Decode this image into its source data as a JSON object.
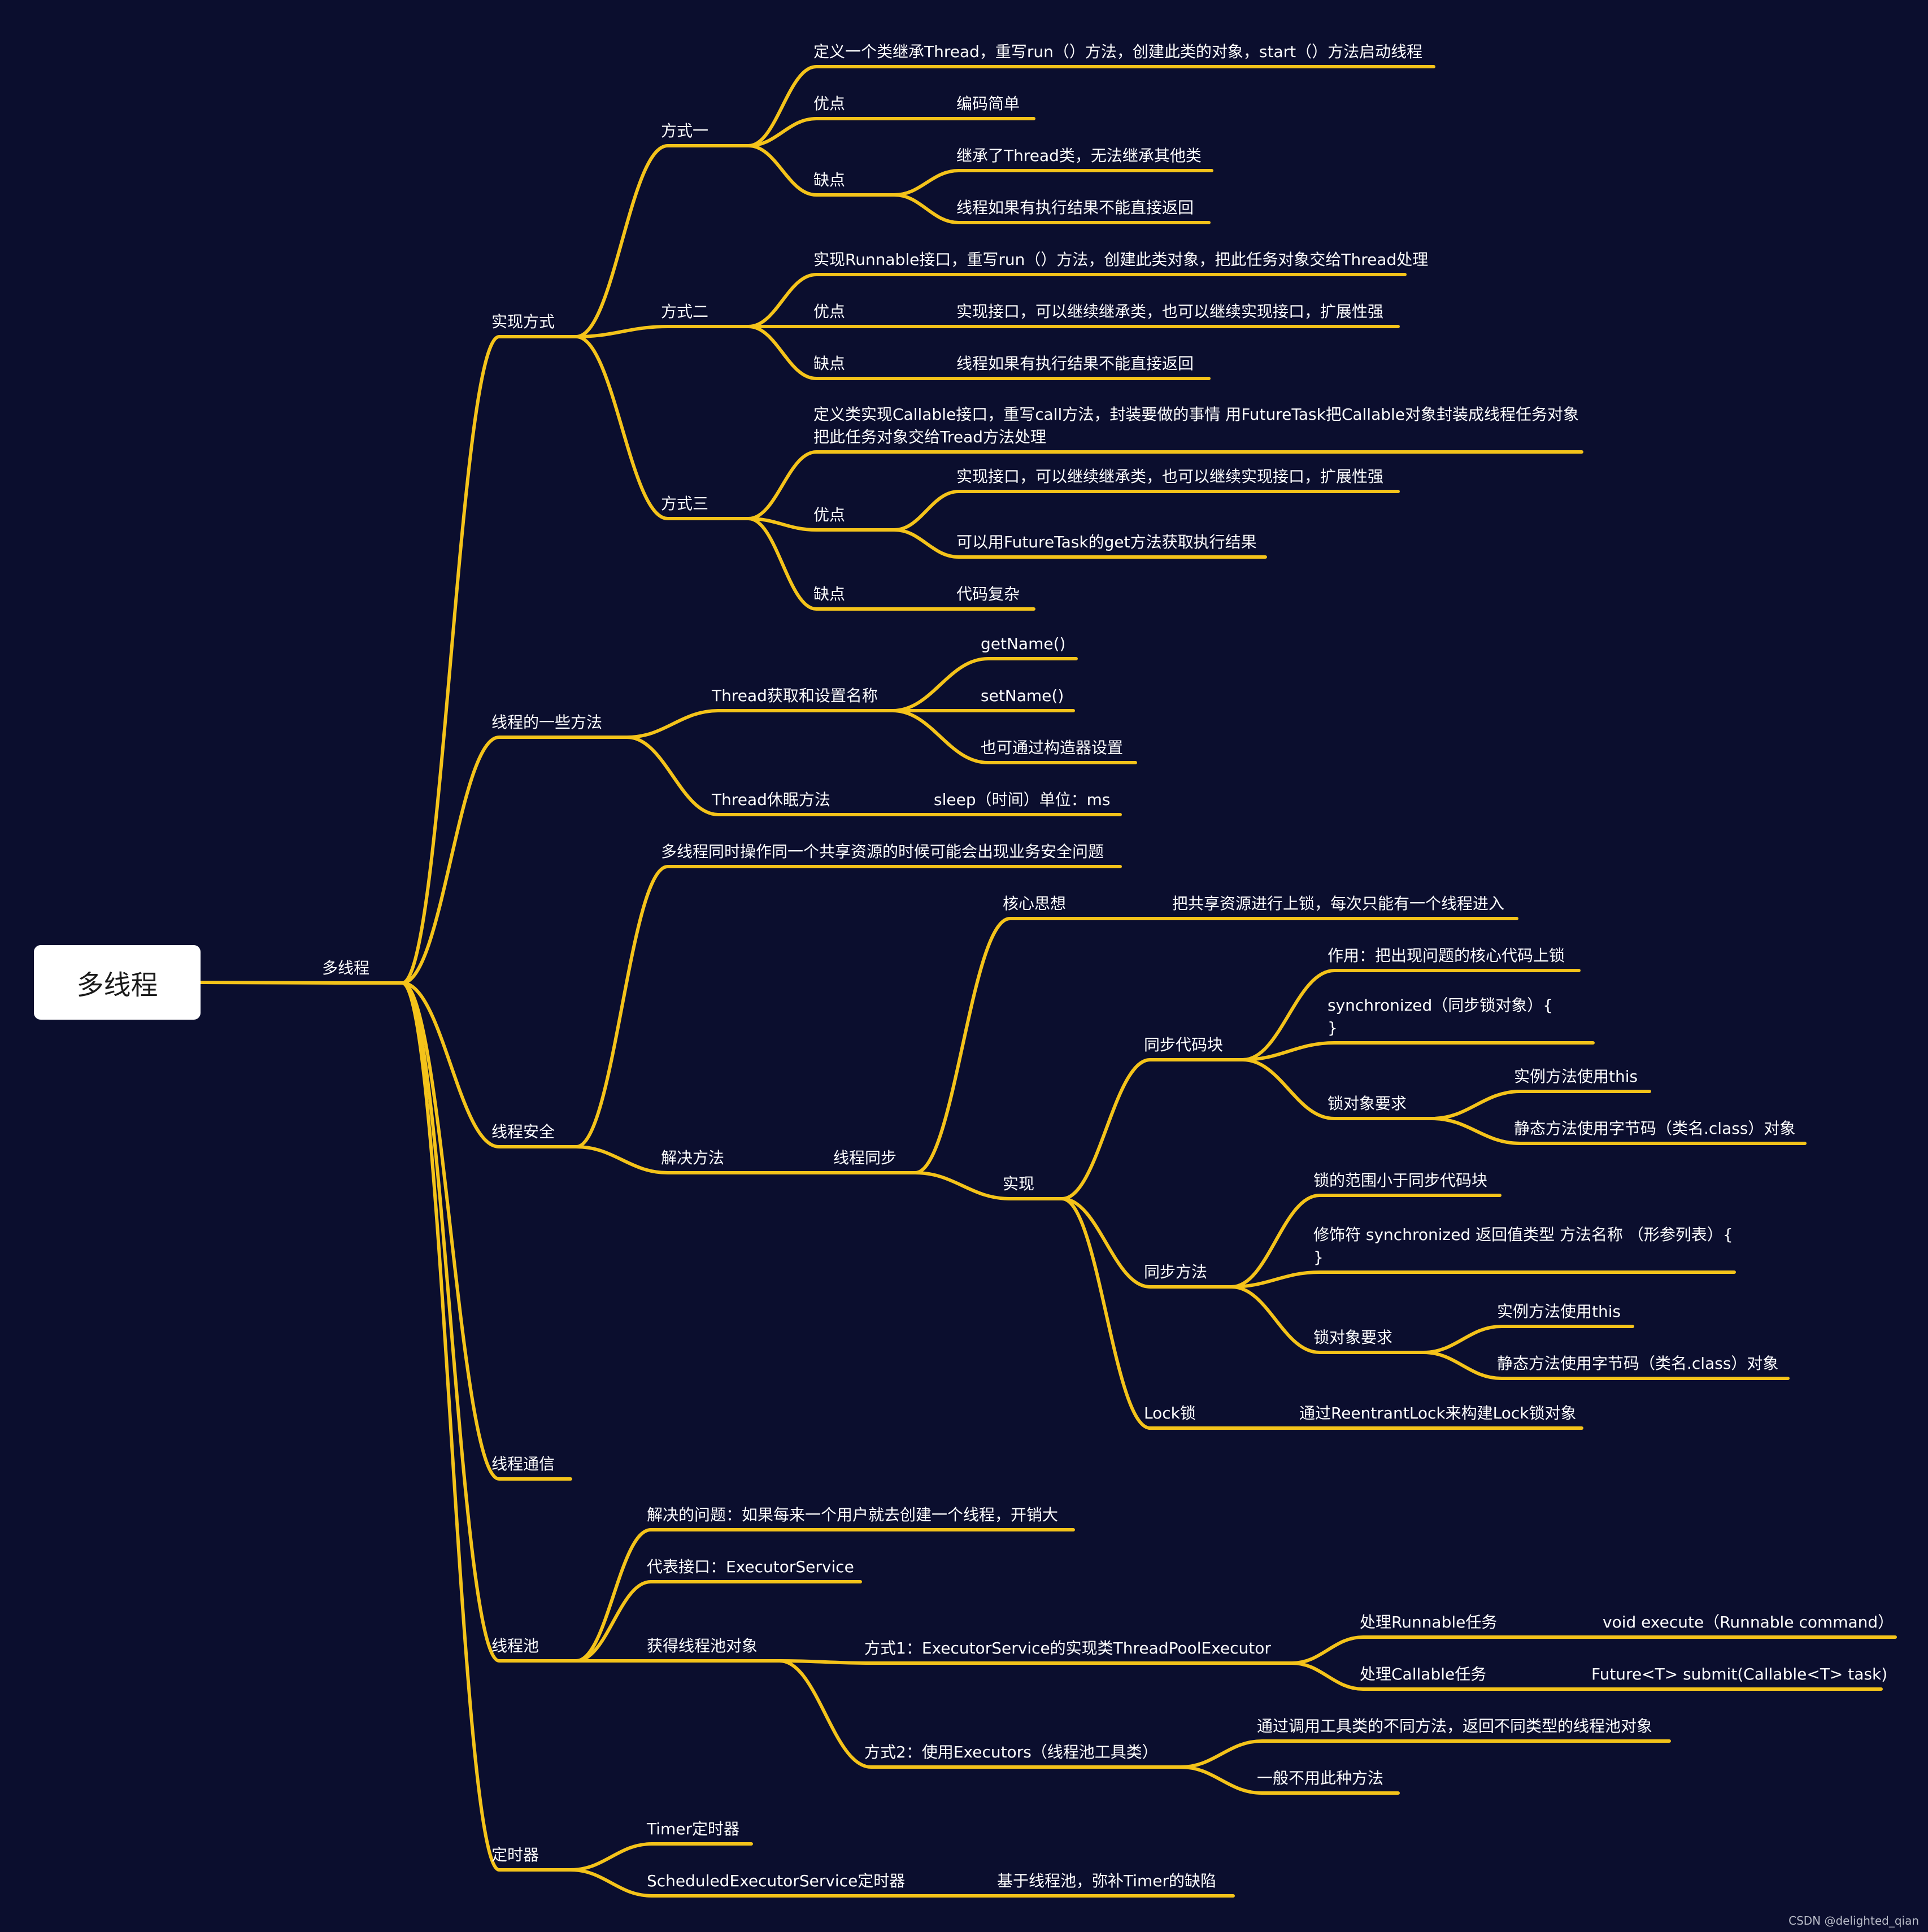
{
  "root": "多线程",
  "nodes": [
    {
      "id": "main",
      "parent": "root",
      "label": "多线程"
    },
    {
      "id": "impl",
      "parent": "main",
      "label": "实现方式"
    },
    {
      "id": "m1",
      "parent": "impl",
      "label": "方式一"
    },
    {
      "id": "m1def",
      "parent": "m1",
      "label": "定义一个类继承Thread，重写run（）方法，创建此类的对象，start（）方法启动线程"
    },
    {
      "id": "m1adv",
      "parent": "m1",
      "label": "优点"
    },
    {
      "id": "m1adv1",
      "parent": "m1adv",
      "label": "编码简单"
    },
    {
      "id": "m1dis",
      "parent": "m1",
      "label": "缺点"
    },
    {
      "id": "m1dis1",
      "parent": "m1dis",
      "label": "继承了Thread类，无法继承其他类"
    },
    {
      "id": "m1dis2",
      "parent": "m1dis",
      "label": "线程如果有执行结果不能直接返回"
    },
    {
      "id": "m2",
      "parent": "impl",
      "label": "方式二"
    },
    {
      "id": "m2def",
      "parent": "m2",
      "label": "实现Runnable接口，重写run（）方法，创建此类对象，把此任务对象交给Thread处理"
    },
    {
      "id": "m2adv",
      "parent": "m2",
      "label": "优点"
    },
    {
      "id": "m2adv1",
      "parent": "m2adv",
      "label": "实现接口，可以继续继承类，也可以继续实现接口，扩展性强"
    },
    {
      "id": "m2dis",
      "parent": "m2",
      "label": "缺点"
    },
    {
      "id": "m2dis1",
      "parent": "m2dis",
      "label": "线程如果有执行结果不能直接返回"
    },
    {
      "id": "m3",
      "parent": "impl",
      "label": "方式三"
    },
    {
      "id": "m3def",
      "parent": "m3",
      "label": "定义类实现Callable接口，重写call方法，封装要做的事情 用FutureTask把Callable对象封装成线程任务对象\n把此任务对象交给Tread方法处理"
    },
    {
      "id": "m3adv",
      "parent": "m3",
      "label": "优点"
    },
    {
      "id": "m3adv1",
      "parent": "m3adv",
      "label": "实现接口，可以继续继承类，也可以继续实现接口，扩展性强"
    },
    {
      "id": "m3adv2",
      "parent": "m3adv",
      "label": "可以用FutureTask的get方法获取执行结果"
    },
    {
      "id": "m3dis",
      "parent": "m3",
      "label": "缺点"
    },
    {
      "id": "m3dis1",
      "parent": "m3dis",
      "label": "代码复杂"
    },
    {
      "id": "methods",
      "parent": "main",
      "label": "线程的一些方法"
    },
    {
      "id": "tname",
      "parent": "methods",
      "label": "Thread获取和设置名称"
    },
    {
      "id": "getname",
      "parent": "tname",
      "label": "getName()"
    },
    {
      "id": "setname",
      "parent": "tname",
      "label": "setName()"
    },
    {
      "id": "ctorname",
      "parent": "tname",
      "label": "也可通过构造器设置"
    },
    {
      "id": "tsleep",
      "parent": "methods",
      "label": "Thread休眠方法"
    },
    {
      "id": "sleep1",
      "parent": "tsleep",
      "label": "sleep（时间）单位：ms"
    },
    {
      "id": "safety",
      "parent": "main",
      "label": "线程安全"
    },
    {
      "id": "safeprob",
      "parent": "safety",
      "label": "多线程同时操作同一个共享资源的时候可能会出现业务安全问题"
    },
    {
      "id": "solve",
      "parent": "safety",
      "label": "解决方法"
    },
    {
      "id": "sync",
      "parent": "solve",
      "label": "线程同步"
    },
    {
      "id": "core",
      "parent": "sync",
      "label": "核心思想"
    },
    {
      "id": "core1",
      "parent": "core",
      "label": "把共享资源进行上锁，每次只能有一个线程进入"
    },
    {
      "id": "realize",
      "parent": "sync",
      "label": "实现"
    },
    {
      "id": "block",
      "parent": "realize",
      "label": "同步代码块"
    },
    {
      "id": "block1",
      "parent": "block",
      "label": "作用：把出现问题的核心代码上锁"
    },
    {
      "id": "block2",
      "parent": "block",
      "label": "synchronized（同步锁对象）{\n}"
    },
    {
      "id": "block3",
      "parent": "block",
      "label": "锁对象要求"
    },
    {
      "id": "block3a",
      "parent": "block3",
      "label": "实例方法使用this"
    },
    {
      "id": "block3b",
      "parent": "block3",
      "label": "静态方法使用字节码（类名.class）对象"
    },
    {
      "id": "smethod",
      "parent": "realize",
      "label": "同步方法"
    },
    {
      "id": "smethod1",
      "parent": "smethod",
      "label": "锁的范围小于同步代码块"
    },
    {
      "id": "smethod2",
      "parent": "smethod",
      "label": "修饰符 synchronized 返回值类型 方法名称 （形参列表）{\n}"
    },
    {
      "id": "smethod3",
      "parent": "smethod",
      "label": "锁对象要求"
    },
    {
      "id": "smethod3a",
      "parent": "smethod3",
      "label": "实例方法使用this"
    },
    {
      "id": "smethod3b",
      "parent": "smethod3",
      "label": "静态方法使用字节码（类名.class）对象"
    },
    {
      "id": "lock",
      "parent": "realize",
      "label": "Lock锁"
    },
    {
      "id": "lock1",
      "parent": "lock",
      "label": "通过ReentrantLock来构建Lock锁对象"
    },
    {
      "id": "comm",
      "parent": "main",
      "label": "线程通信"
    },
    {
      "id": "pool",
      "parent": "main",
      "label": "线程池"
    },
    {
      "id": "pool1",
      "parent": "pool",
      "label": "解决的问题：如果每来一个用户就去创建一个线程，开销大"
    },
    {
      "id": "pool2",
      "parent": "pool",
      "label": "代表接口：ExecutorService"
    },
    {
      "id": "pool3",
      "parent": "pool",
      "label": "获得线程池对象"
    },
    {
      "id": "way1",
      "parent": "pool3",
      "label": "方式1：ExecutorService的实现类ThreadPoolExecutor"
    },
    {
      "id": "runnable",
      "parent": "way1",
      "label": "处理Runnable任务"
    },
    {
      "id": "runnable1",
      "parent": "runnable",
      "label": "void execute（Runnable command）"
    },
    {
      "id": "callable",
      "parent": "way1",
      "label": "处理Callable任务"
    },
    {
      "id": "callable1",
      "parent": "callable",
      "label": "Future<T> submit(Callable<T> task)"
    },
    {
      "id": "way2",
      "parent": "pool3",
      "label": "方式2：使用Executors（线程池工具类）"
    },
    {
      "id": "way2a",
      "parent": "way2",
      "label": "通过调用工具类的不同方法，返回不同类型的线程池对象"
    },
    {
      "id": "way2b",
      "parent": "way2",
      "label": "一般不用此种方法"
    },
    {
      "id": "timer",
      "parent": "main",
      "label": "定时器"
    },
    {
      "id": "timer1",
      "parent": "timer",
      "label": "Timer定时器"
    },
    {
      "id": "timer2",
      "parent": "timer",
      "label": "ScheduledExecutorService定时器"
    },
    {
      "id": "timer2a",
      "parent": "timer2",
      "label": "基于线程池，弥补Timer的缺陷"
    }
  ],
  "watermark": "CSDN @delighted_qian",
  "colors": {
    "background": "#0b0e2e",
    "line": "#f4c31a",
    "text": "#ffffff",
    "root_box": "#ffffff"
  }
}
